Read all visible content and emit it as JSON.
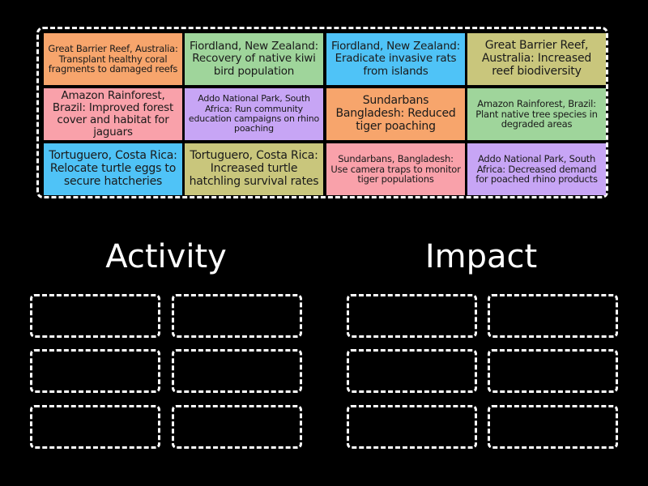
{
  "colors": {
    "orange": "#f7a56c",
    "green": "#9fd59b",
    "blue": "#4fc3f7",
    "khaki": "#c9c67c",
    "pink": "#f9a1aa",
    "purple": "#c7a5f5"
  },
  "tiles": [
    {
      "text": "Great Barrier Reef, Australia: Transplant healthy coral fragments to damaged reefs",
      "color": "orange"
    },
    {
      "text": "Fiordland, New Zealand: Recovery of native kiwi bird population",
      "color": "green"
    },
    {
      "text": "Fiordland, New Zealand: Eradicate invasive rats from islands",
      "color": "blue"
    },
    {
      "text": "Great Barrier Reef, Australia: Increased reef biodiversity",
      "color": "khaki"
    },
    {
      "text": "Amazon Rainforest, Brazil: Improved forest cover and habitat for jaguars",
      "color": "pink"
    },
    {
      "text": "Addo National Park, South Africa: Run community education campaigns on rhino poaching",
      "color": "purple"
    },
    {
      "text": "Sundarbans Bangladesh: Reduced tiger poaching",
      "color": "orange"
    },
    {
      "text": "Amazon Rainforest, Brazil: Plant native tree species in degraded areas",
      "color": "green"
    },
    {
      "text": "Tortuguero, Costa Rica: Relocate turtle eggs to secure hatcheries",
      "color": "blue"
    },
    {
      "text": "Tortuguero, Costa Rica: Increased turtle hatchling survival rates",
      "color": "khaki"
    },
    {
      "text": "Sundarbans, Bangladesh: Use camera traps to monitor tiger populations",
      "color": "pink"
    },
    {
      "text": "Addo National Park, South Africa: Decreased demand for poached rhino products",
      "color": "purple"
    }
  ],
  "groups": [
    {
      "title": "Activity"
    },
    {
      "title": "Impact"
    }
  ]
}
